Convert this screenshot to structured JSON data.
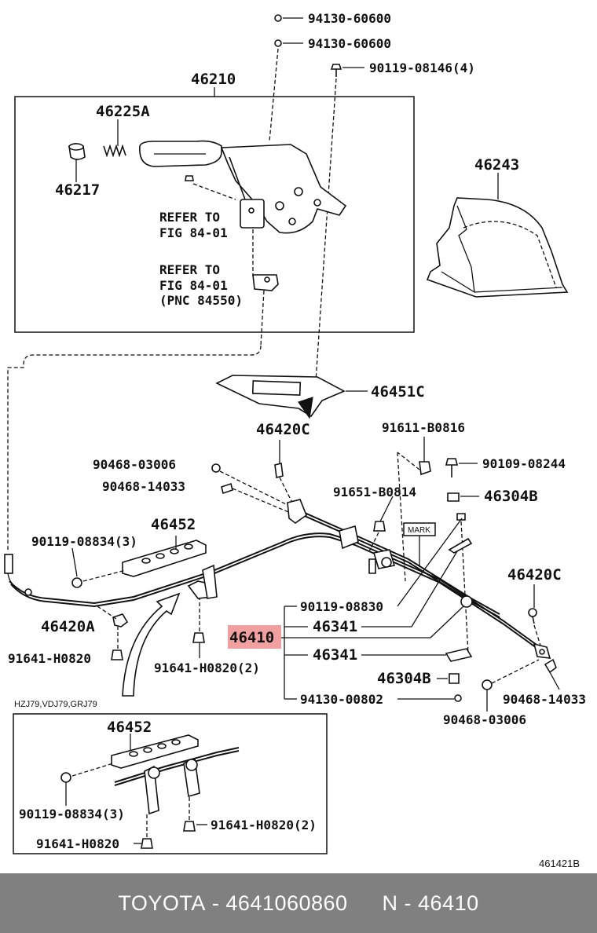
{
  "labels": {
    "p94130_60600_a": "94130-60600",
    "p94130_60600_b": "94130-60600",
    "p90119_08146": "90119-08146(4)",
    "p46210": "46210",
    "p46225A": "46225A",
    "p46217": "46217",
    "refer1_a": "REFER TO",
    "refer1_b": "FIG 84-01",
    "refer2_a": "REFER TO",
    "refer2_b": "FIG 84-01",
    "refer2_c": "(PNC 84550)",
    "p46243": "46243",
    "p46451C": "46451C",
    "p46420C_top": "46420C",
    "p91611_B0816": "91611-B0816",
    "p90468_03006_top": "90468-03006",
    "p90109_08244": "90109-08244",
    "p90468_14033_top": "90468-14033",
    "p91651_B0814": "91651-B0814",
    "p46304B_top": "46304B",
    "p46452_top": "46452",
    "p90119_08834_top": "90119-08834(3)",
    "mark": "MARK",
    "p46420C_right": "46420C",
    "p90119_08830": "90119-08830",
    "p46341_a": "46341",
    "p46410": "46410",
    "p46341_b": "46341",
    "p46420A": "46420A",
    "p91641_H0820_left": "91641-H0820",
    "p91641_H0820_mid": "91641-H0820(2)",
    "p46304B_bottom": "46304B",
    "p94130_00802": "94130-00802",
    "p90468_14033_right": "90468-14033",
    "p90468_03006_bottom": "90468-03006",
    "variant": "HZJ79,VDJ79,GRJ79",
    "p46452_inset": "46452",
    "p90119_08834_inset": "90119-08834(3)",
    "p91641_H0820_inset_right": "91641-H0820(2)",
    "p91641_H0820_inset_left": "91641-H0820",
    "figure_code": "461421B"
  },
  "highlight_color": "#f0a0a0",
  "footer": {
    "brand": "TOYOTA",
    "part_number": "4641060860",
    "ref": "N - 46410",
    "separator": " - "
  }
}
